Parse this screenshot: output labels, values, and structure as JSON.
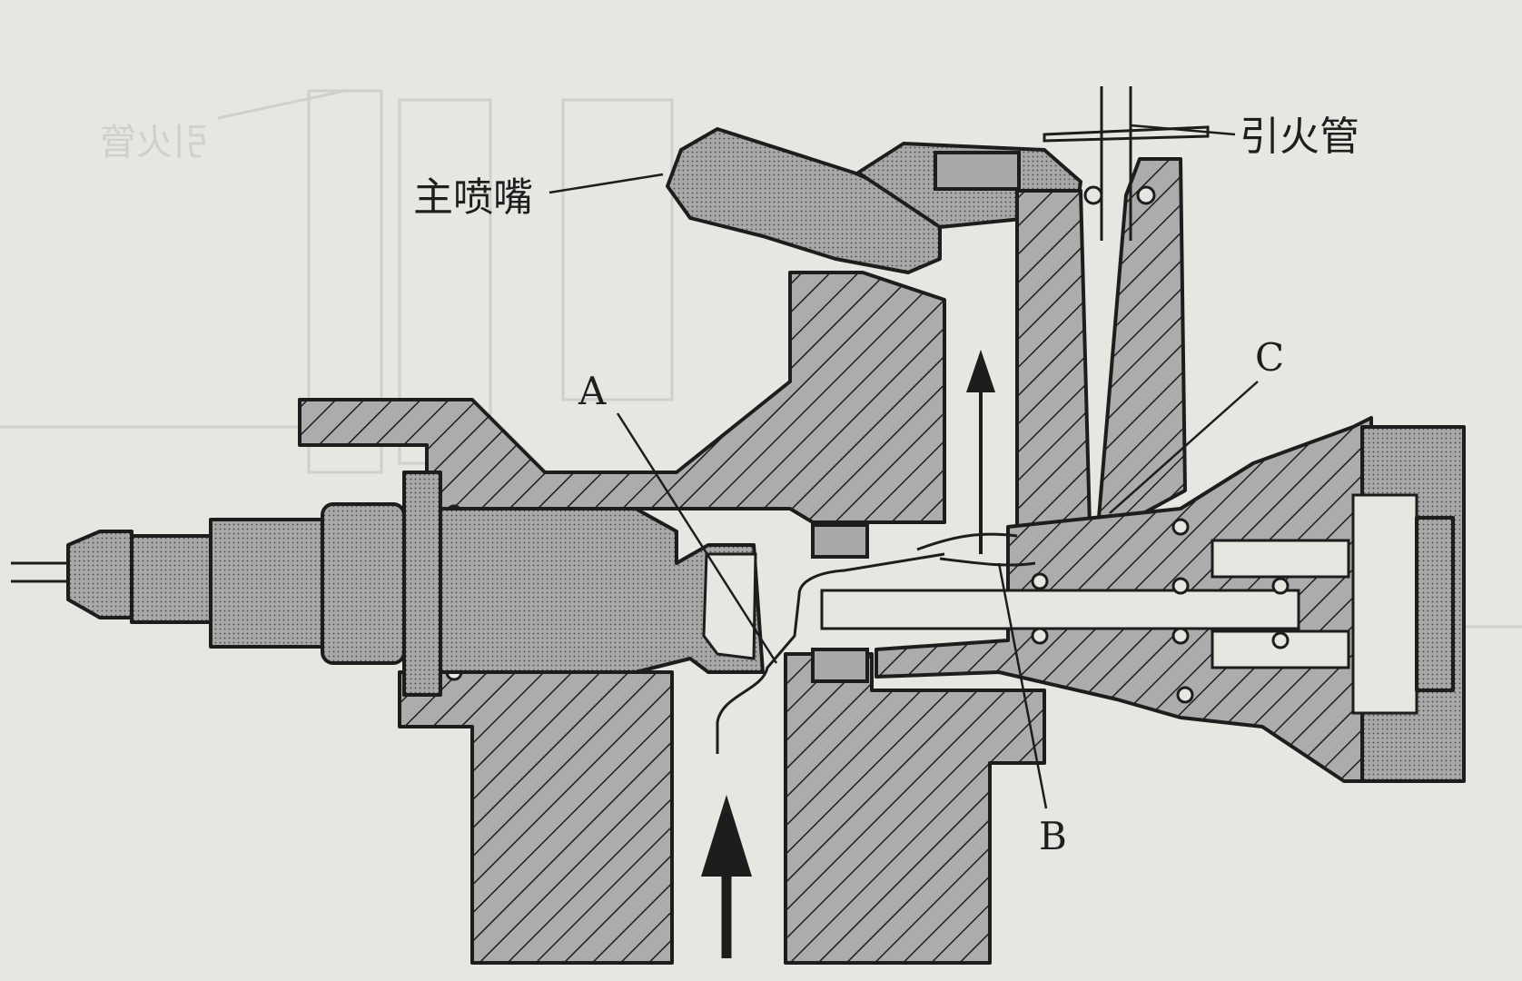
{
  "labels": {
    "main_nozzle": "主喷嘴",
    "pilot_tube": "引火管",
    "a": "A",
    "b": "B",
    "c": "C",
    "ghost_text": "引火管"
  },
  "colors": {
    "paper": "#e7e6e1",
    "ink": "#1d1d1d",
    "fill": "#a9a9a9"
  }
}
